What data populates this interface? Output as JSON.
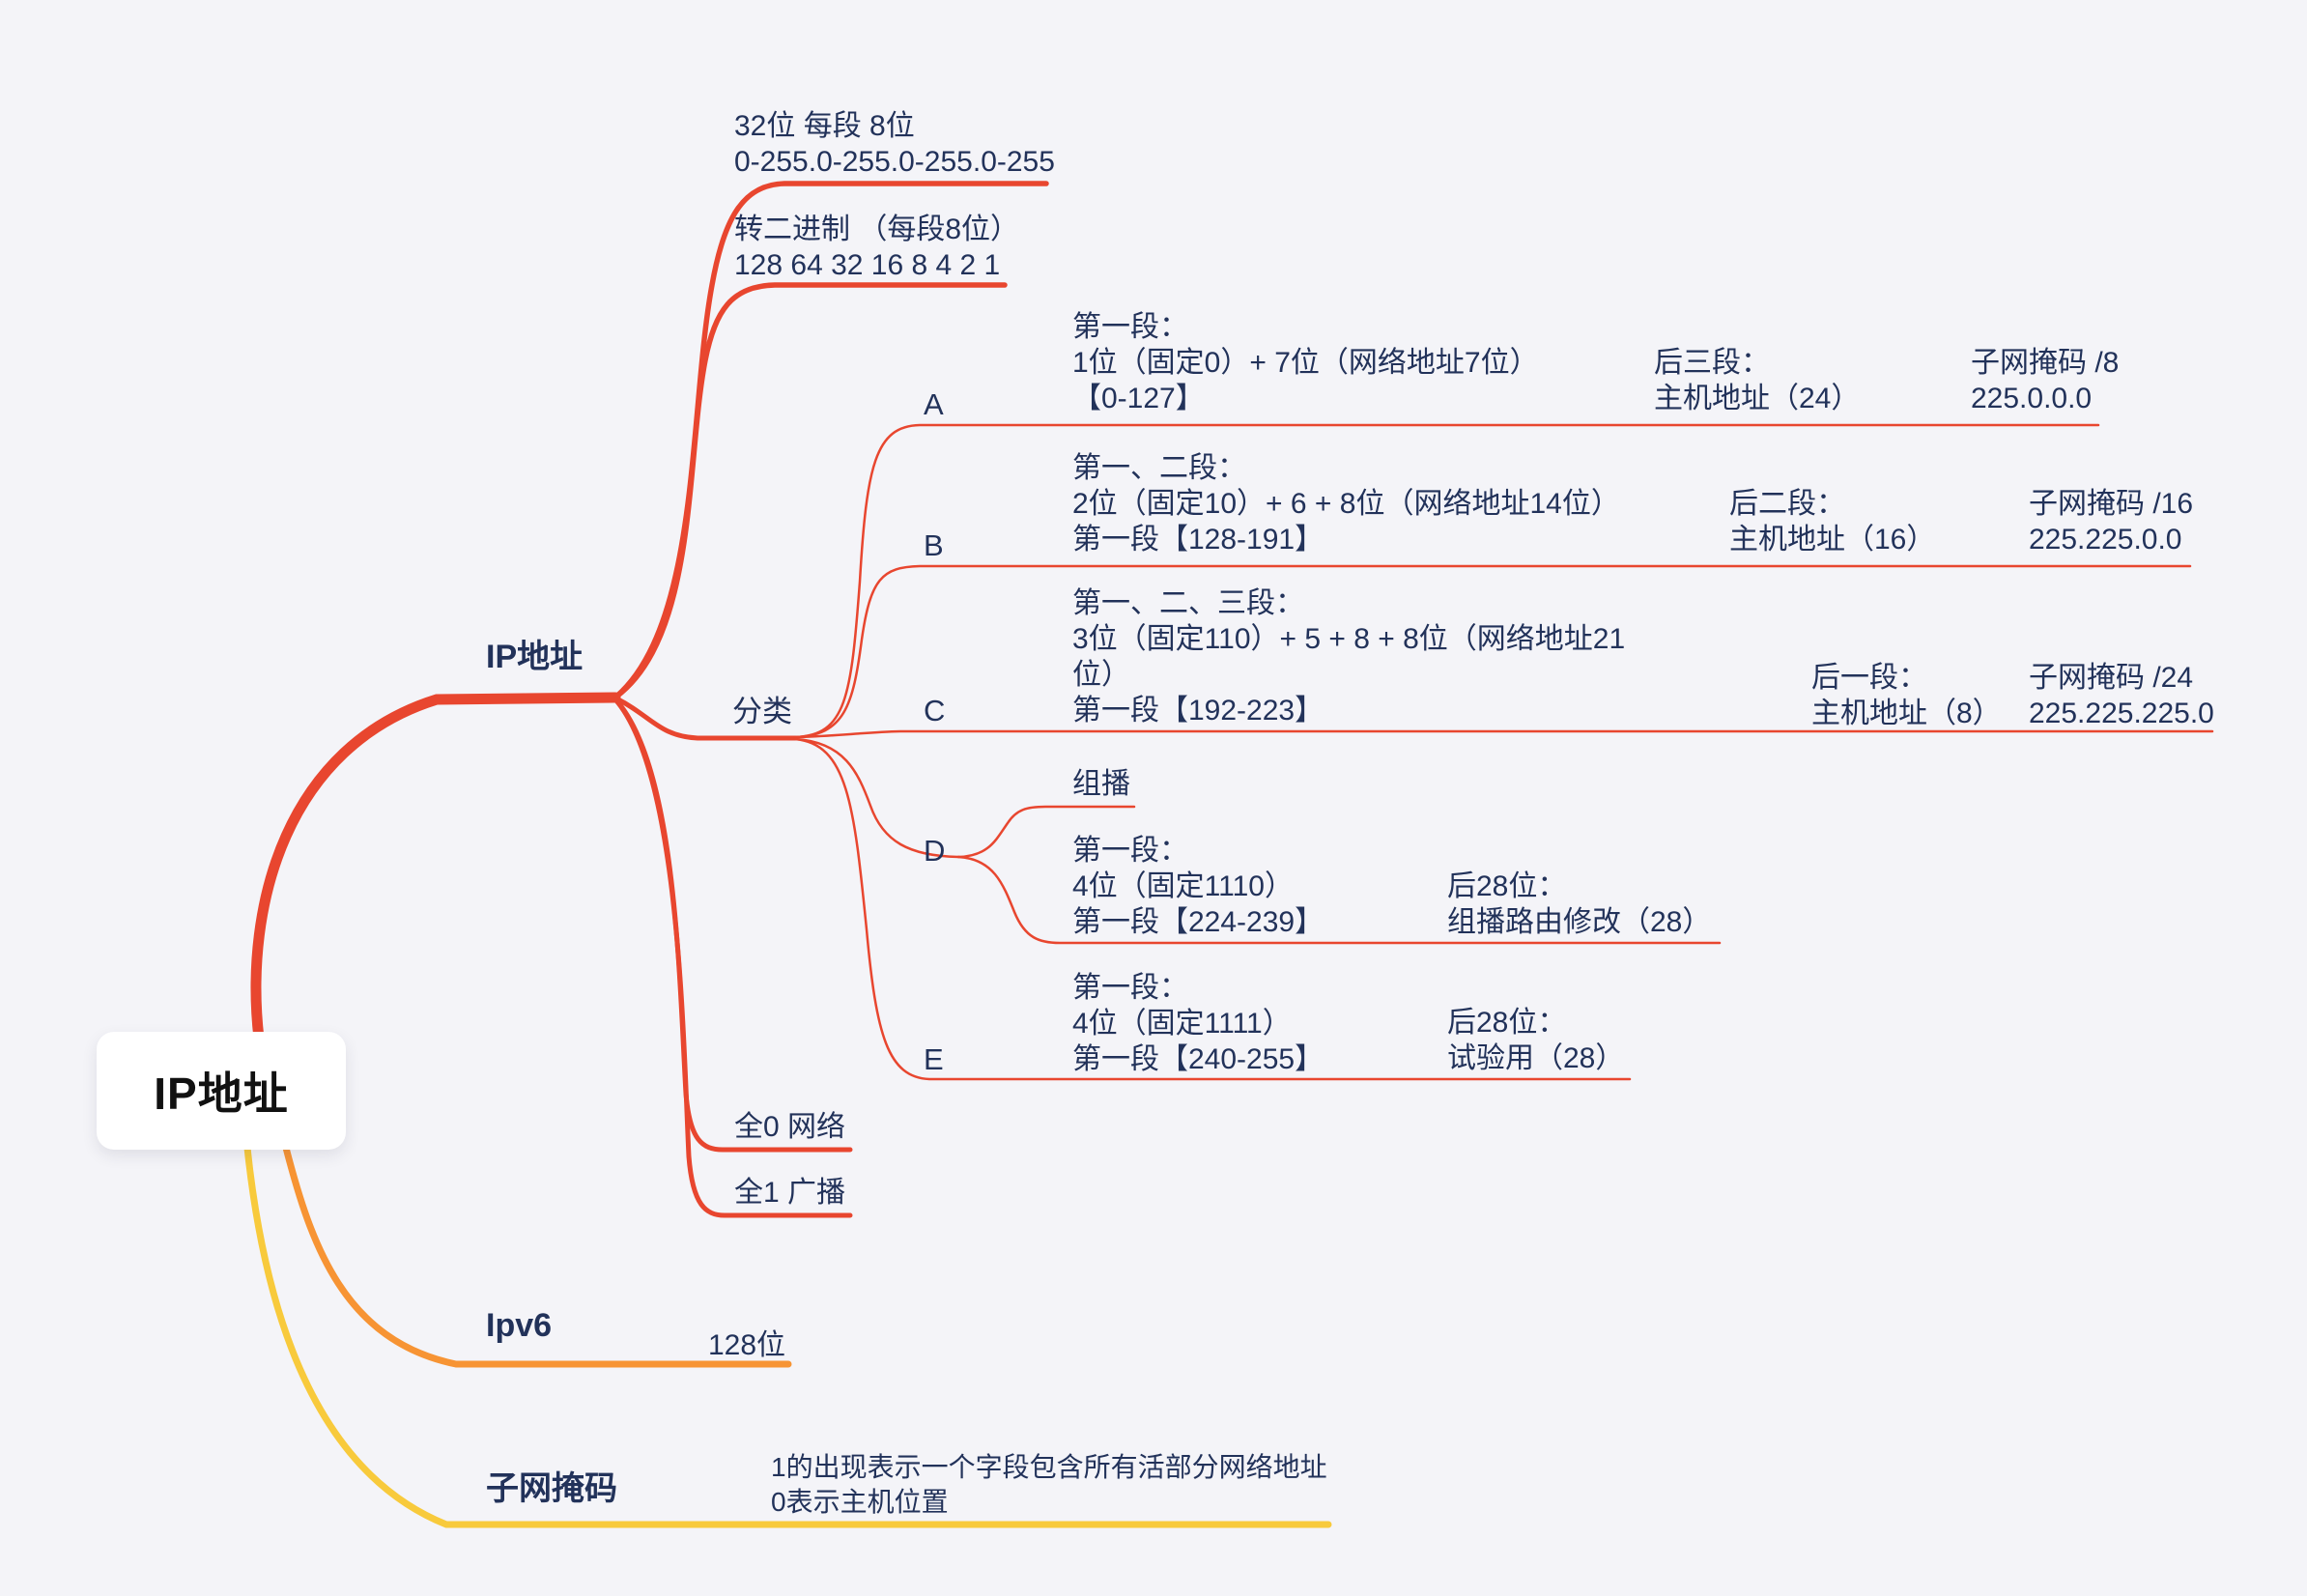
{
  "root_label": "IP地址",
  "ip_branch": {
    "label": "IP地址",
    "bits": {
      "l1": "32位 每段 8位",
      "l2": "0-255.0-255.0-255.0-255"
    },
    "binary": {
      "l1": "转二进制 （每段8位）",
      "l2": "128 64 32 16 8 4 2 1"
    },
    "classify_label": "分类",
    "classes": [
      {
        "key": "A",
        "l1": "第一段：",
        "l2": "1位（固定0）+ 7位（网络地址7位）",
        "l3": "【0-127】",
        "h1": "后三段：",
        "h2": "主机地址（24）",
        "m1": "子网掩码 /8",
        "m2": "225.0.0.0"
      },
      {
        "key": "B",
        "l1": "第一、二段：",
        "l2": "2位（固定10）+ 6 + 8位（网络地址14位）",
        "l3": "第一段【128-191】",
        "h1": "后二段：",
        "h2": "主机地址（16）",
        "m1": "子网掩码 /16",
        "m2": "225.225.0.0"
      },
      {
        "key": "C",
        "l1": "第一、二、三段：",
        "l2": "3位（固定110）+ 5 + 8 + 8位（网络地址21",
        "l3": "位）",
        "l4": "第一段【192-223】",
        "h1": "后一段：",
        "h2": "主机地址（8）",
        "m1": "子网掩码 /24",
        "m2": "225.225.225.0"
      },
      {
        "key": "D",
        "sub": "组播",
        "l1": "第一段：",
        "l2": "4位（固定1110）",
        "l3": "第一段【224-239】",
        "h1": "后28位：",
        "h2": "组播路由修改（28）"
      },
      {
        "key": "E",
        "l1": "第一段：",
        "l2": "4位（固定1111）",
        "l3": "第一段【240-255】",
        "h1": "后28位：",
        "h2": "试验用（28）"
      }
    ],
    "zero_label": "全0 网络",
    "broadcast_label": "全1 广播"
  },
  "ipv6_branch": {
    "label": "Ipv6",
    "child": "128位"
  },
  "mask_branch": {
    "label": "子网掩码",
    "d1": "1的出现表示一个字段包含所有活部分网络地址",
    "d2": "0表示主机位置"
  },
  "colors": {
    "red": "#E8462F",
    "orange": "#F79434",
    "yellow": "#F8CA3C",
    "text": "#22325A",
    "background": "#F4F4F8",
    "root_bg": "#FFFFFF",
    "root_text": "#111111"
  }
}
